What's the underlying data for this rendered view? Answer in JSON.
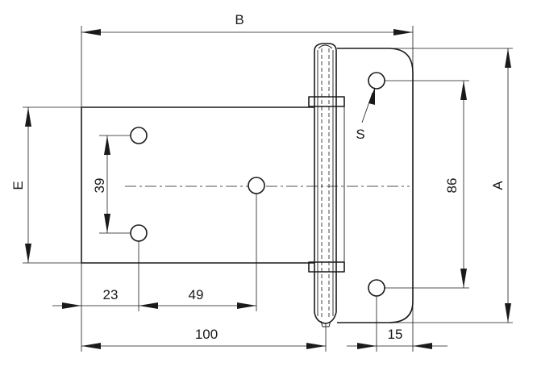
{
  "drawing": {
    "dimensions": {
      "overall_width": "B",
      "overall_height": "A",
      "leaf_height": "E",
      "hole_spacing_left": "39",
      "hole_spacing_right": "86",
      "left_edge_to_hole": "23",
      "hole_to_center_hole": "49",
      "leaf_length": "100",
      "right_offset": "15",
      "countersink_label": "S"
    }
  }
}
